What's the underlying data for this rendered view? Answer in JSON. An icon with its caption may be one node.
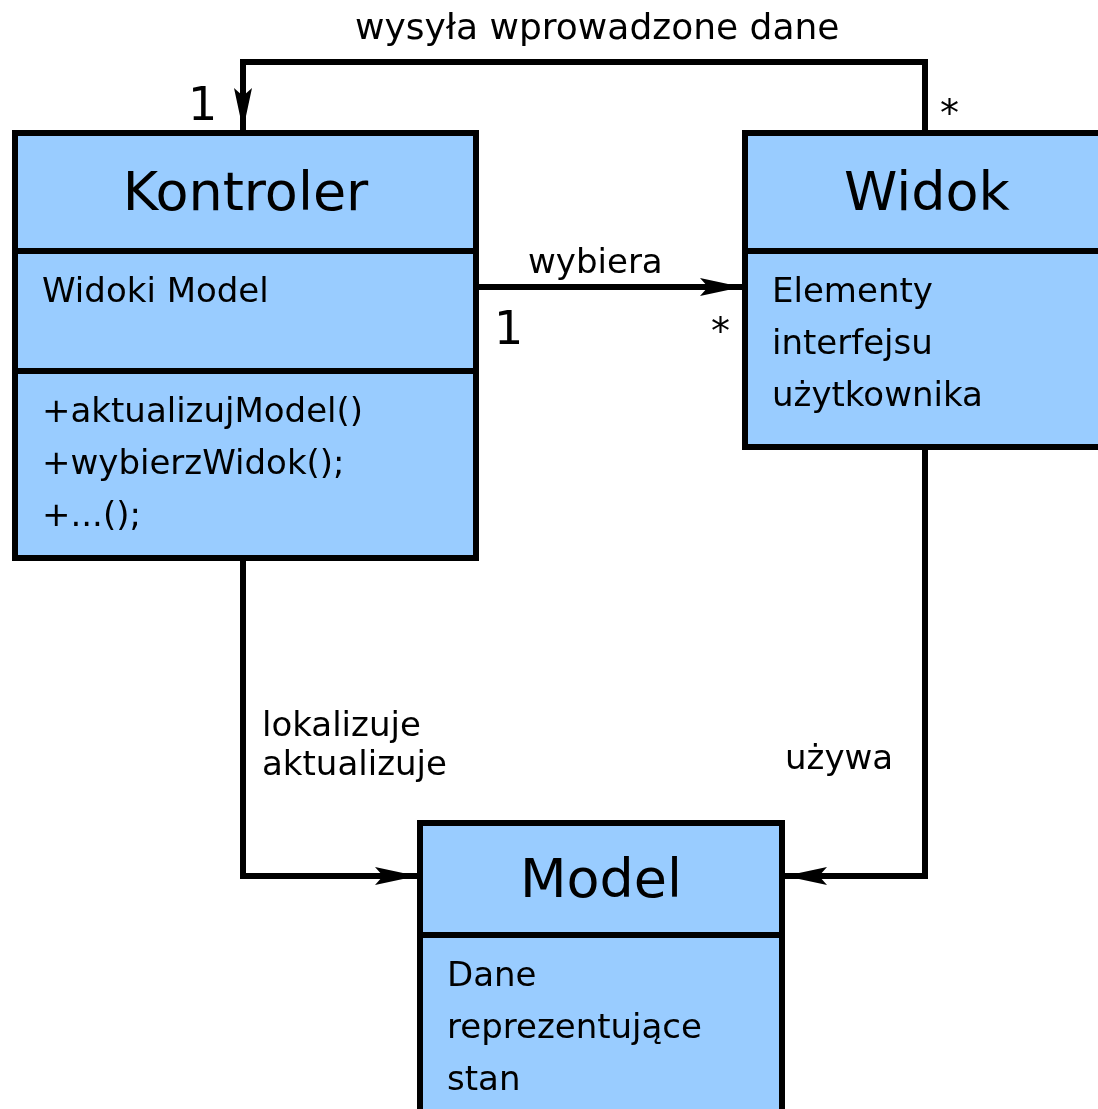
{
  "diagram": {
    "nodes": [
      {
        "text": [
          "Kontroler",
          "Widoki Model",
          "+aktualizujModel() +wybierzWidok(); +...();"
        ]
      },
      {
        "text": [
          "Widok",
          "Elementy interfejsu użytkownika"
        ]
      },
      {
        "text": [
          "Model",
          "Dane reprezentujące stan"
        ]
      }
    ],
    "edges": [
      {
        "from": 1,
        "to": 0,
        "arrow": "to",
        "label": "wysyła wprowadzone dane"
      },
      {
        "from": 0,
        "to": 1,
        "arrow": "to",
        "label": "wybiera"
      },
      {
        "from": 0,
        "to": 2,
        "arrow": "to",
        "label": "lokalizuje aktualizuje"
      },
      {
        "from": 1,
        "to": 2,
        "arrow": "to",
        "label": "używa"
      }
    ],
    "labels": [
      "1",
      "*",
      "1",
      "*"
    ]
  }
}
